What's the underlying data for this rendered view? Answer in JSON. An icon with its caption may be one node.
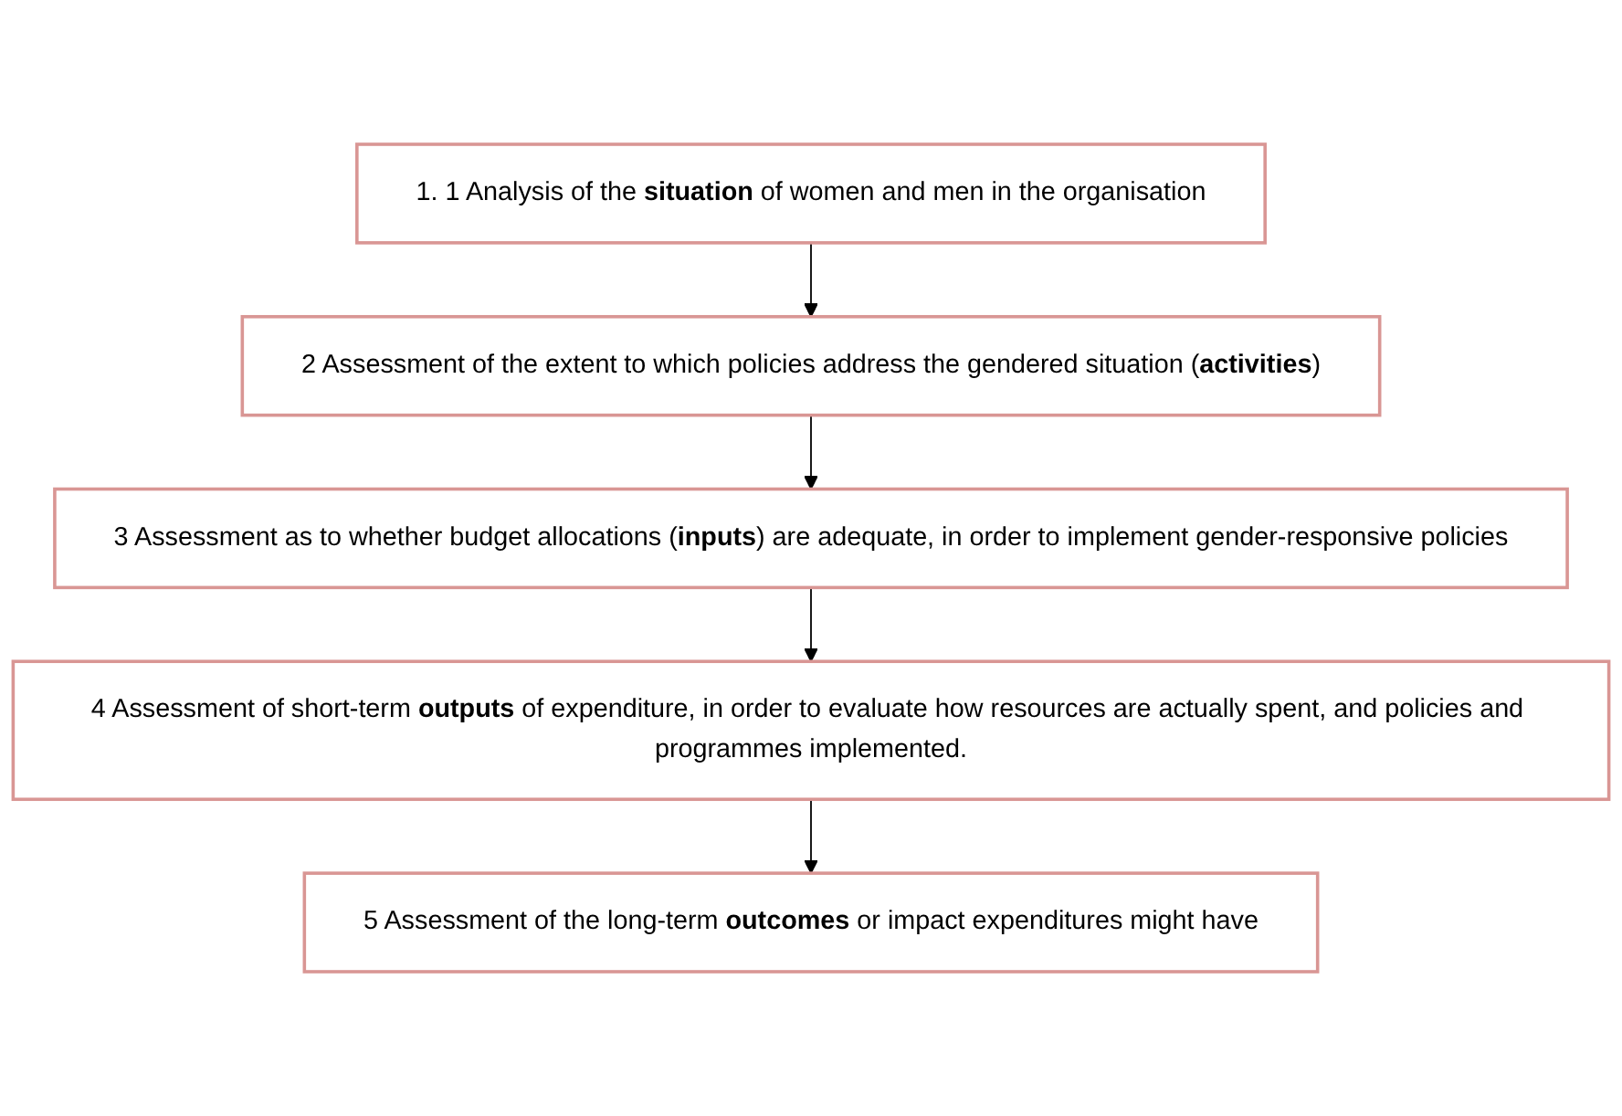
{
  "diagram": {
    "nodes": [
      {
        "text": [
          "1. 1 Analysis of the **situation** of women and men in the organisation"
        ]
      },
      {
        "text": [
          "2 Assessment of the extent to which policies address the gendered situation (**activities**)"
        ]
      },
      {
        "text": [
          "3 Assessment as to whether budget allocations (**inputs**) are adequate, in order to implement gender-responsive policies"
        ]
      },
      {
        "text": [
          "4 Assessment of short-term **outputs** of expenditure, in order to evaluate how resources are actually spent, and policies and programmes implemented."
        ]
      },
      {
        "text": [
          "5 Assessment of the long-term **outcomes** or impact expenditures might have"
        ]
      }
    ],
    "edges": [
      {
        "from": 0,
        "to": 1,
        "arrow": "to"
      },
      {
        "from": 1,
        "to": 2,
        "arrow": "to"
      },
      {
        "from": 2,
        "to": 3,
        "arrow": "to"
      },
      {
        "from": 3,
        "to": 4,
        "arrow": "to"
      }
    ]
  }
}
